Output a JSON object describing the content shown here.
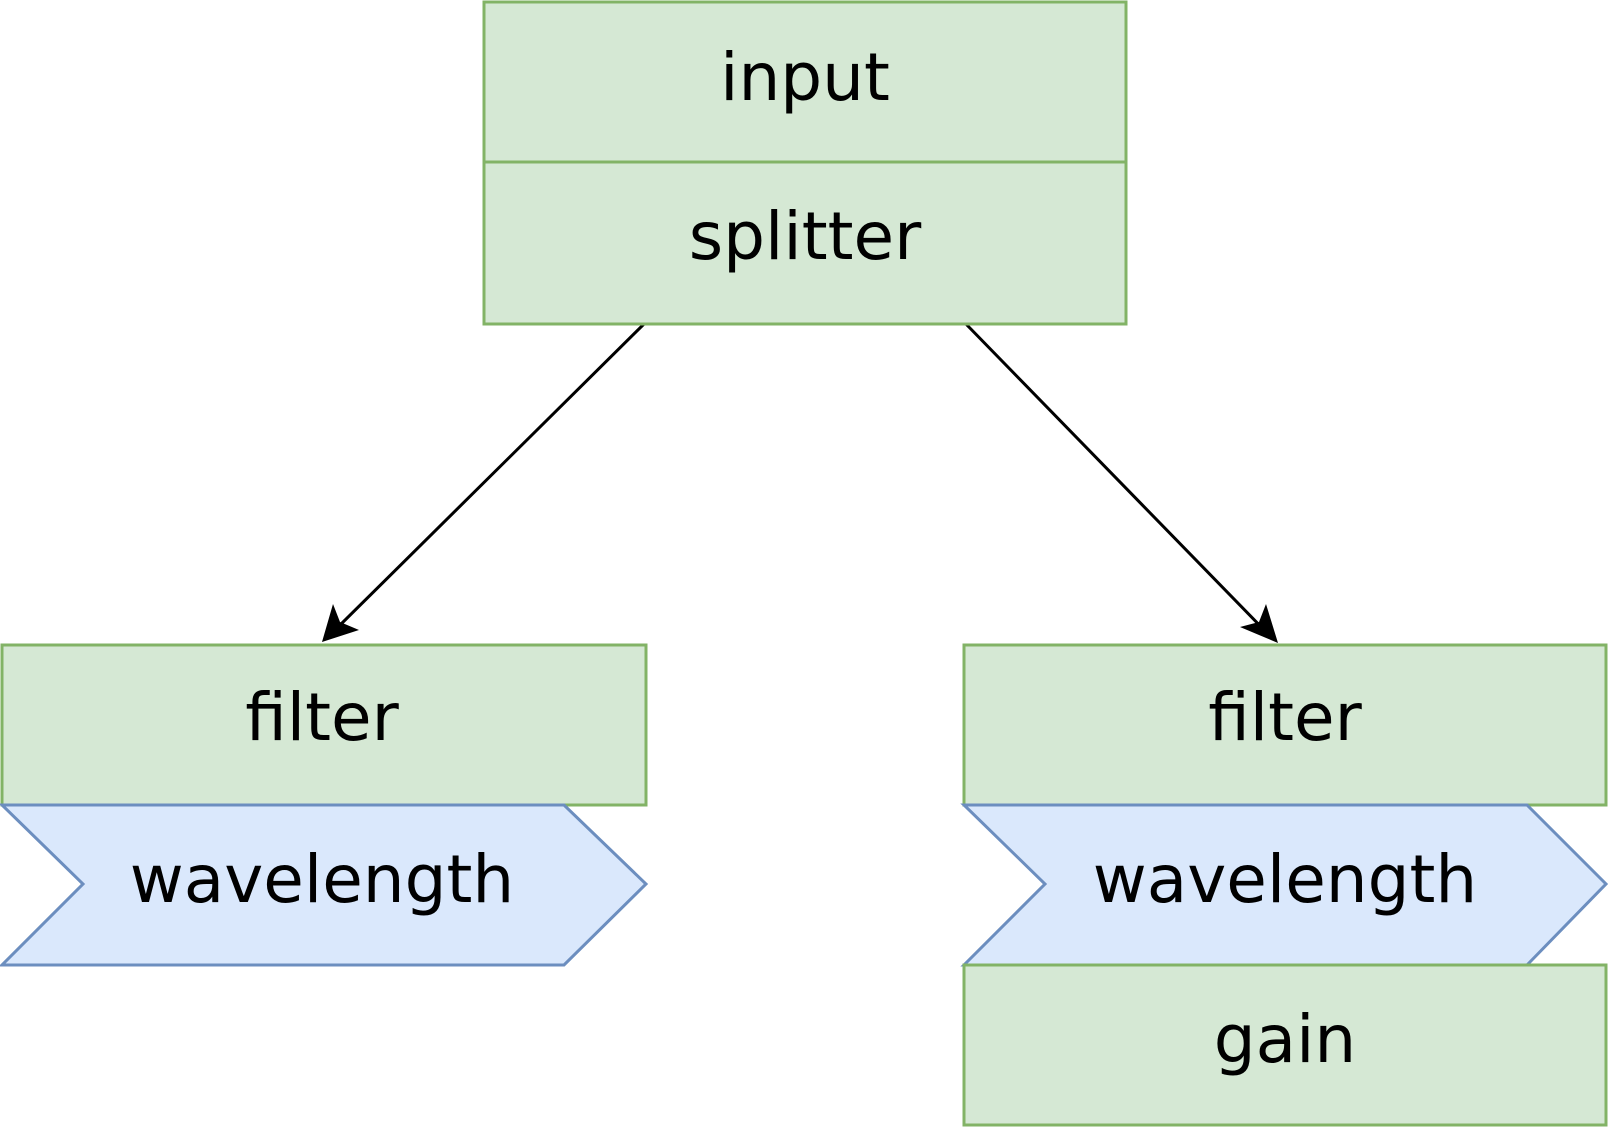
{
  "colors": {
    "green_fill": "#d5e8d4",
    "green_stroke": "#82b366",
    "blue_fill": "#dae8fc",
    "blue_stroke": "#6c8ebf",
    "arrow": "#000000",
    "text": "#000000"
  },
  "nodes": {
    "input": {
      "label": "input"
    },
    "splitter": {
      "label": "splitter"
    },
    "left_filter": {
      "label": "filter"
    },
    "left_wavelength": {
      "label": "wavelength"
    },
    "right_filter": {
      "label": "filter"
    },
    "right_wavelength": {
      "label": "wavelength"
    },
    "gain": {
      "label": "gain"
    }
  },
  "edges": [
    {
      "from": "splitter",
      "to": "left_filter"
    },
    {
      "from": "splitter",
      "to": "right_filter"
    }
  ]
}
